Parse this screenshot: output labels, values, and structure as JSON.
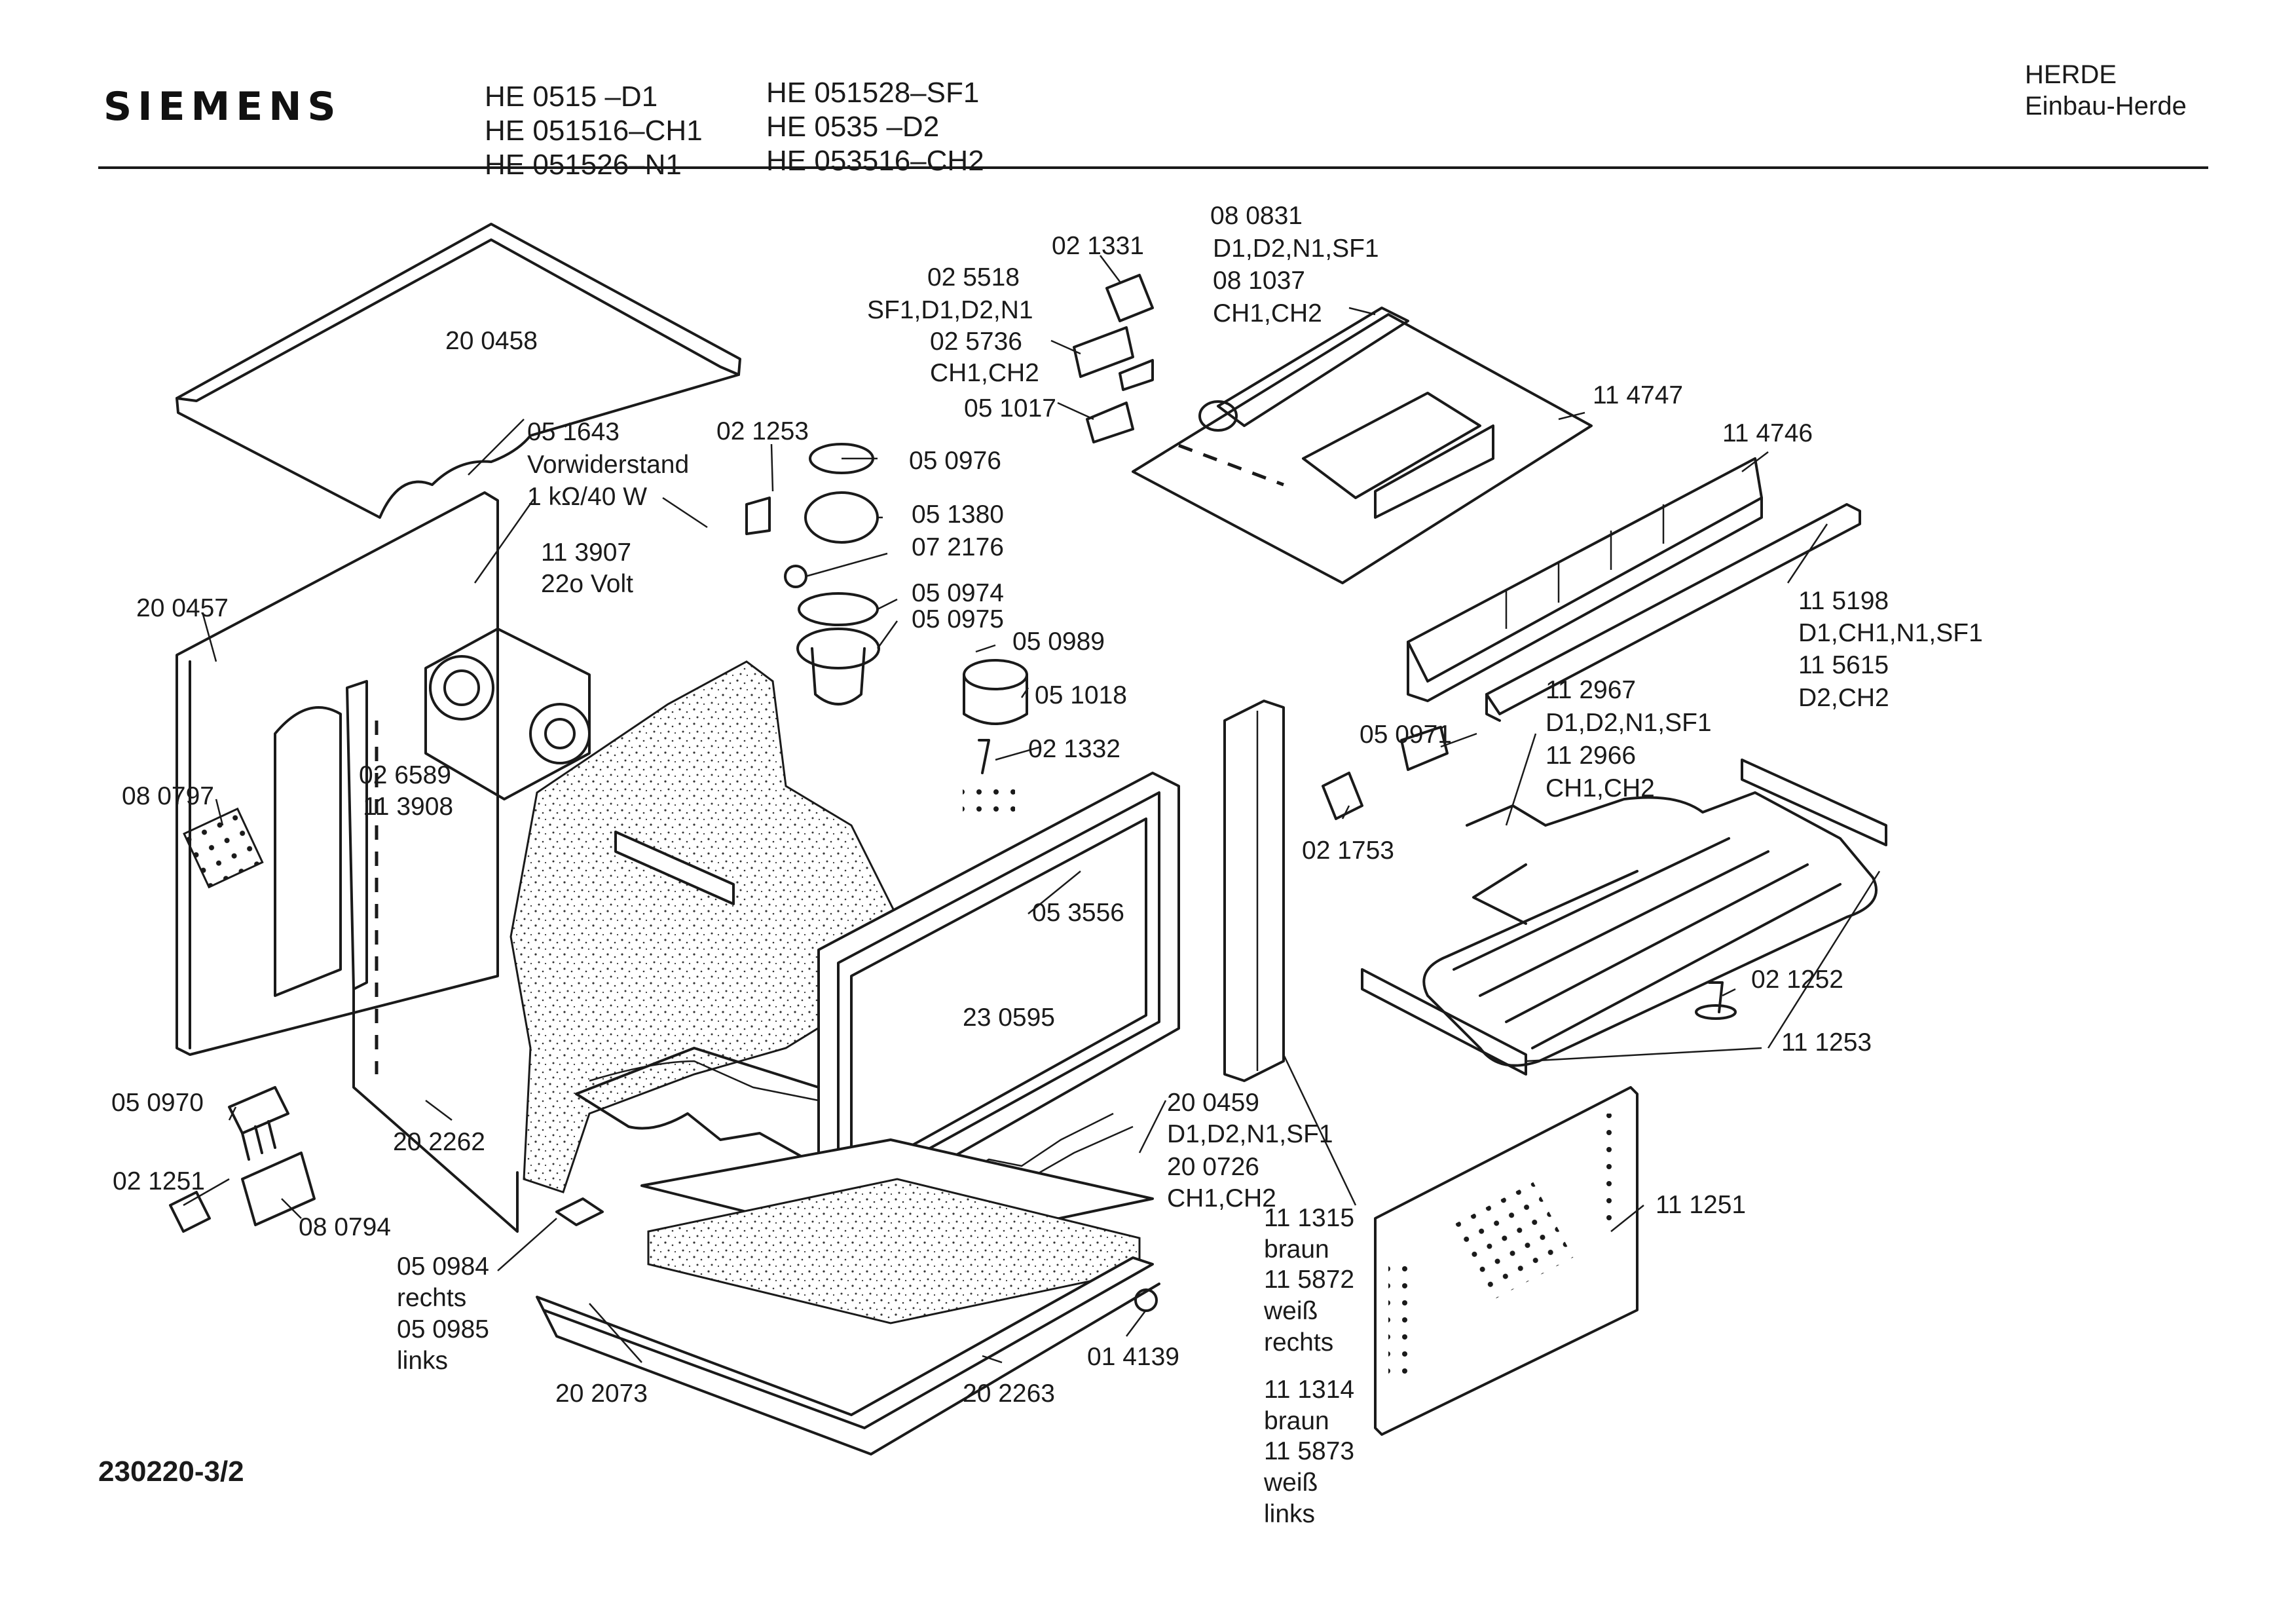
{
  "header": {
    "brand": "SIEMENS",
    "models": [
      "HE 0515    –D1",
      "HE 051516–CH1",
      "HE 051526–N1",
      "HE 051528–SF1",
      "HE 0535    –D2",
      "HE 053516–CH2"
    ],
    "category": [
      "HERDE",
      "Einbau-Herde"
    ]
  },
  "footer": {
    "document_number": "230220-3/2"
  },
  "labels": {
    "p200458": "20 0458",
    "p051643": "05 1643",
    "vorwiderstand": "Vorwiderstand",
    "resistor_rating": "1 kΩ/40 W",
    "p113907": "11 3907",
    "volt": "22o Volt",
    "p200457": "20 0457",
    "p080797": "08 0797",
    "p026589": "02 6589",
    "p113908": "11 3908",
    "p021253": "02 1253",
    "p050976": "05 0976",
    "p051380": "05 1380",
    "p072176": "07 2176",
    "p050974": "05 0974",
    "p050975": "05 0975",
    "p050989": "05 0989",
    "p051018": "05 1018",
    "p021332": "02 1332",
    "p021331": "02 1331",
    "p025518": "02 5518",
    "sf1d1d2n1": "SF1,D1,D2,N1",
    "p025736": "02 5736",
    "ch1ch2_a": "CH1,CH2",
    "p051017": "05 1017",
    "p080831": "08 0831",
    "d1d2n1sf1_a": "D1,D2,N1,SF1",
    "p081037": "08 1037",
    "ch1ch2_b": "CH1,CH2",
    "p114747": "11 4747",
    "p114746": "11 4746",
    "p115198": "11 5198",
    "d1ch1n1sf1": "D1,CH1,N1,SF1",
    "p115615": "11 5615",
    "d2ch2": "D2,CH2",
    "p112967": "11 2967",
    "d1d2n1sf1_b": "D1,D2,N1,SF1",
    "p112966": "11 2966",
    "ch1ch2_c": "CH1,CH2",
    "p050971": "05 0971",
    "p021753": "02 1753",
    "p021252": "02 1252",
    "p111253": "11 1253",
    "p053556": "05 3556",
    "p230595": "23 0595",
    "p200459": "20 0459",
    "d1d2n1sf1_c": "D1,D2,N1,SF1",
    "p200726": "20 0726",
    "ch1ch2_d": "CH1,CH2",
    "p111315": "11 1315",
    "braun_a": "braun",
    "p115872": "11 5872",
    "weiss_a": "weiß",
    "rechts_a": "rechts",
    "p111314": "11 1314",
    "braun_b": "braun",
    "p115873": "11 5873",
    "weiss_b": "weiß",
    "links_a": "links",
    "p111251": "11 1251",
    "p050970": "05 0970",
    "p021251": "02 1251",
    "p080794": "08 0794",
    "p202262": "20 2262",
    "p050984": "05 0984",
    "rechts_b": "rechts",
    "p050985": "05 0985",
    "links_b": "links",
    "p202073": "20 2073",
    "p202263": "20 2263",
    "p014139": "01 4139"
  }
}
